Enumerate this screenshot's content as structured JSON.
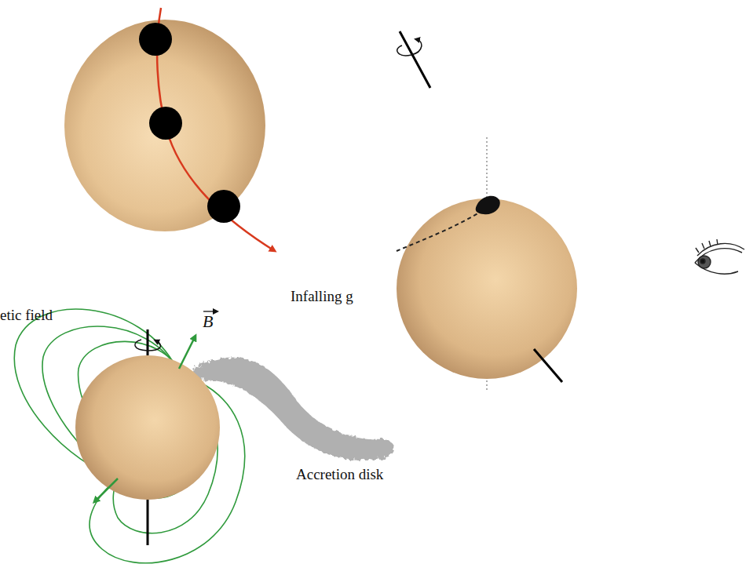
{
  "diagram": {
    "labels": [
      "etic field",
      "B",
      "Infalling g",
      "Accretion disk"
    ]
  }
}
